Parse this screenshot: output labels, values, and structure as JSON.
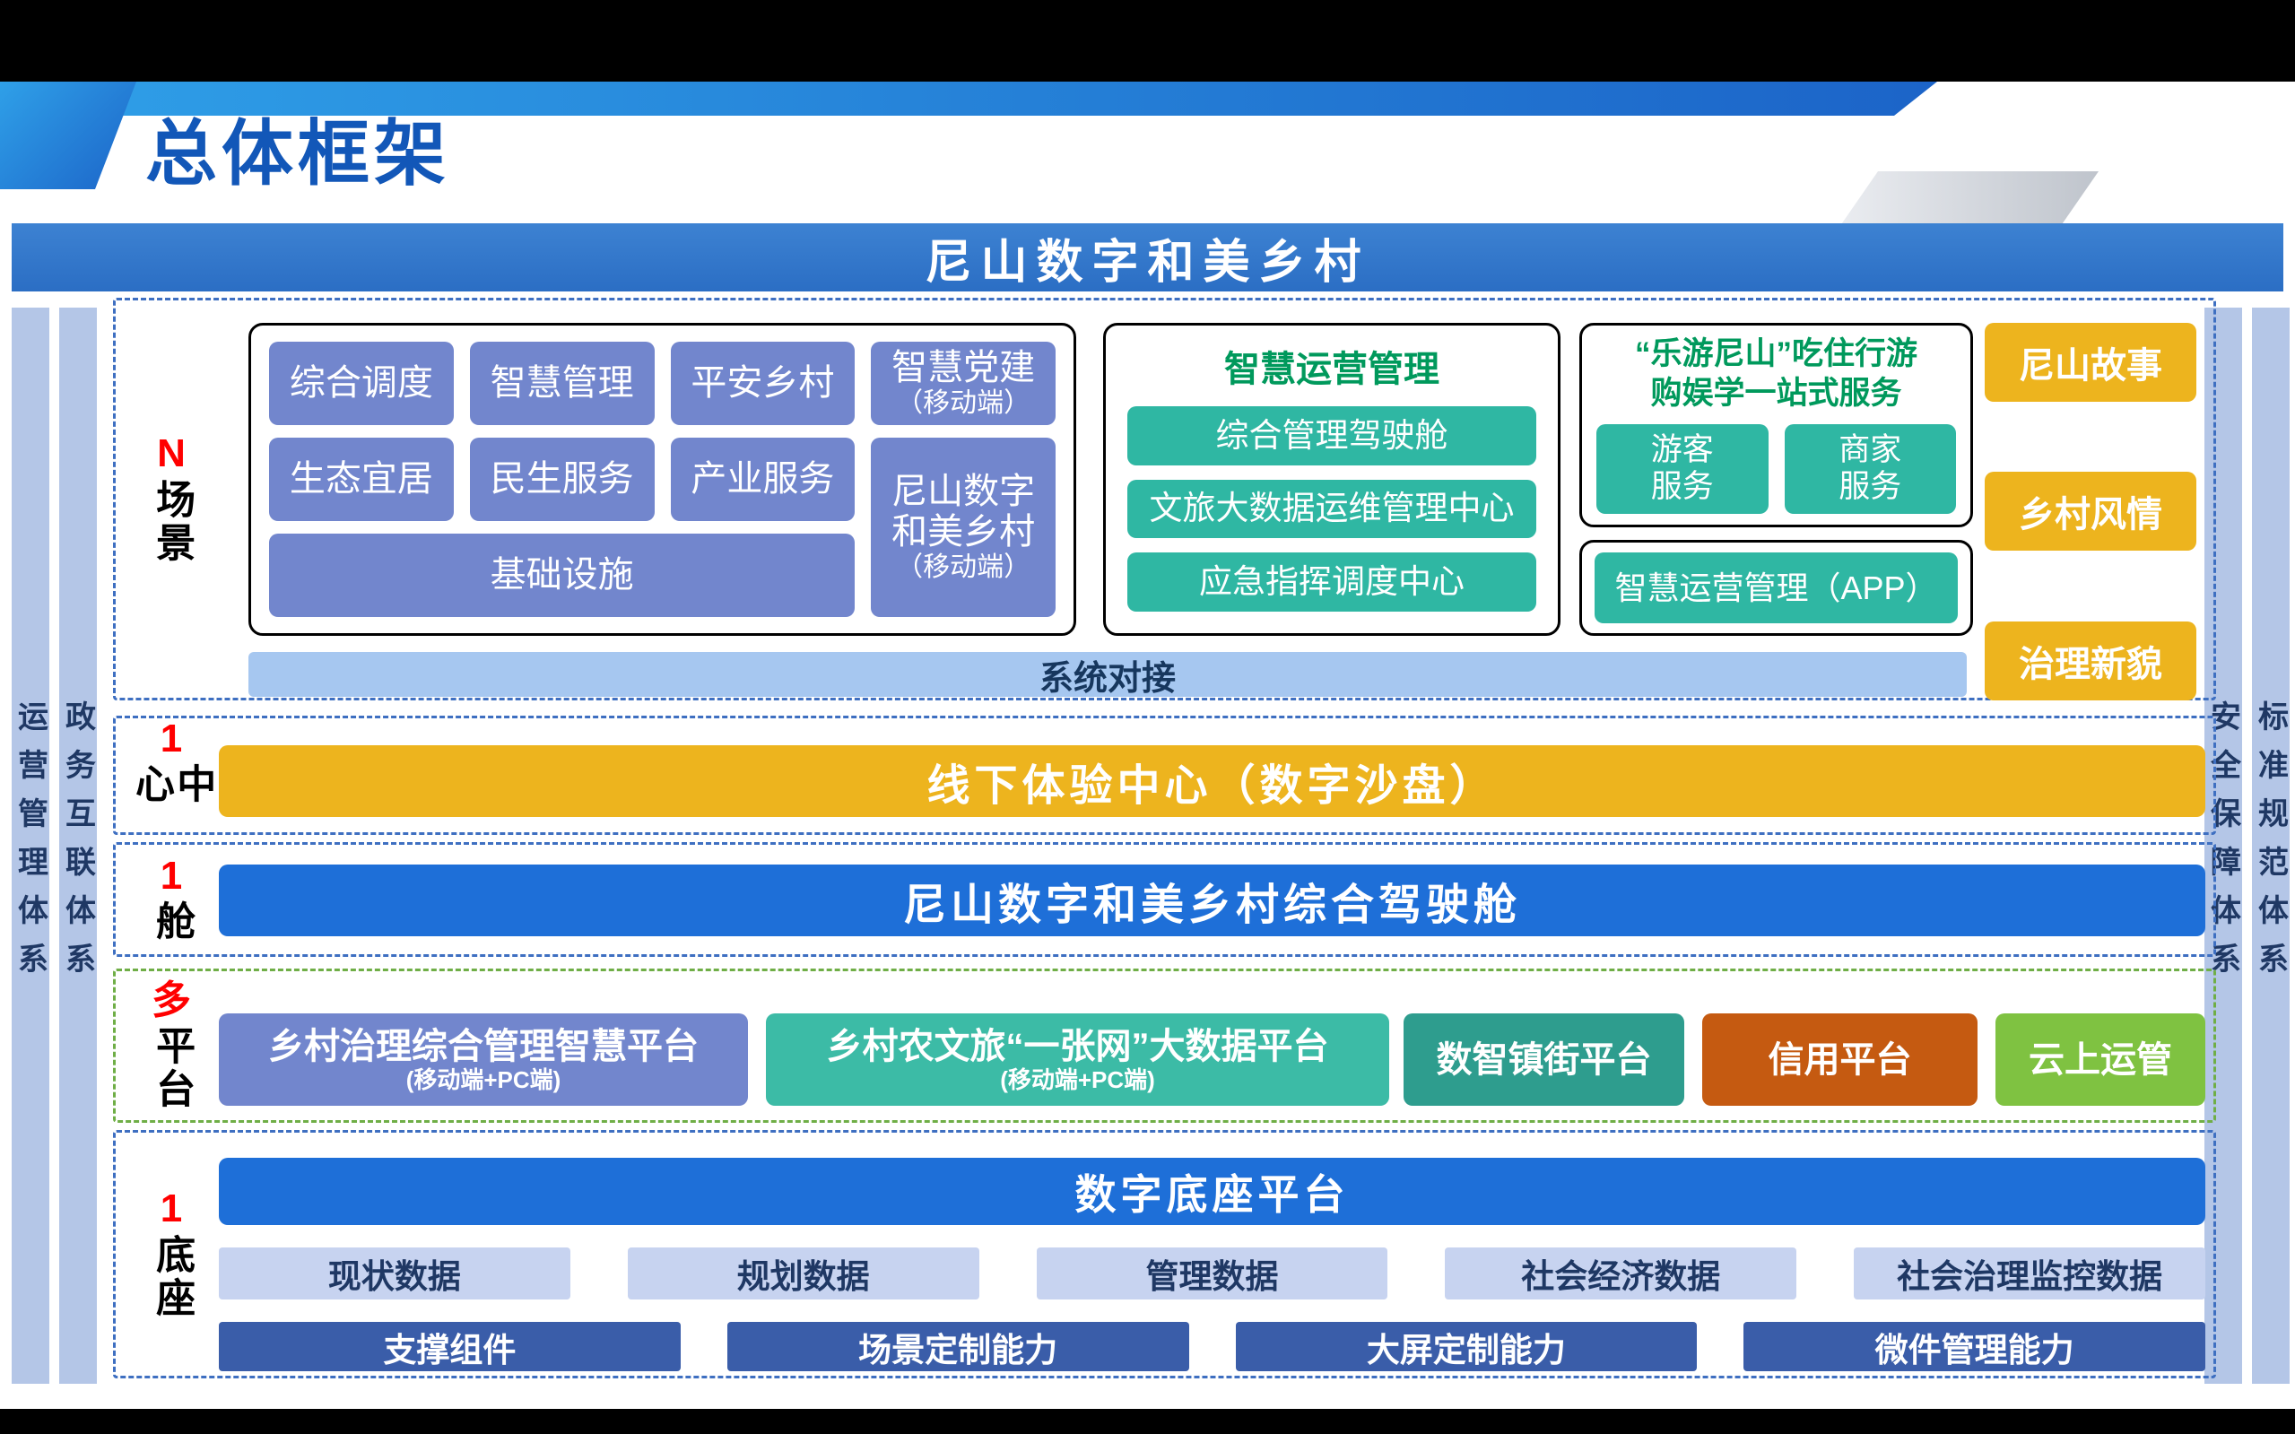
{
  "page_title": "总体框架",
  "header": {
    "title": "尼山数字和美乡村"
  },
  "side_bars": {
    "left_outer": "运营管理体系",
    "left_inner": "政务互联体系",
    "right_inner": "安全保障体系",
    "right_outer": "标准规范体系"
  },
  "colors": {
    "accent_blue": "#1e6fd8",
    "header_blue": "#2e73c5",
    "purple_blue": "#7286cd",
    "teal": "#2fb7a3",
    "dark_teal": "#2e9d8e",
    "gold": "#edb41e",
    "orange": "#c55a11",
    "green": "#7fc241",
    "green_title": "#00995c",
    "label_red": "#ff0000"
  },
  "sections": {
    "scenes": {
      "label": {
        "red": "N",
        "black": "场景"
      },
      "scene_buttons": {
        "b1": "综合调度",
        "b2": "智慧管理",
        "b3": "平安乡村",
        "b4": {
          "main": "智慧党建",
          "sub": "（移动端）"
        },
        "b5": "生态宜居",
        "b6": "民生服务",
        "b7": "产业服务",
        "b8": {
          "l1": "尼山数字",
          "l2": "和美乡村",
          "sub": "（移动端）"
        },
        "b9": "基础设施"
      },
      "ops": {
        "title": "智慧运营管理",
        "items": [
          "综合管理驾驶舱",
          "文旅大数据运维管理中心",
          "应急指挥调度中心"
        ]
      },
      "service": {
        "title_l1": "“乐游尼山”吃住行游",
        "title_l2": "购娱学一站式服务",
        "visitor": {
          "l1": "游客",
          "l2": "服务"
        },
        "merchant": {
          "l1": "商家",
          "l2": "服务"
        }
      },
      "app": "智慧运营管理（APP）",
      "gold": [
        "尼山故事",
        "乡村风情",
        "治理新貌"
      ],
      "sys_bar": "系统对接"
    },
    "center": {
      "label": {
        "red": "1",
        "black": "中心"
      },
      "bar": "线下体验中心（数字沙盘）"
    },
    "cockpit": {
      "label": {
        "red": "1",
        "black": "舱"
      },
      "bar": "尼山数字和美乡村综合驾驶舱"
    },
    "platforms": {
      "label": {
        "red": "多",
        "black": "平台"
      },
      "p1": {
        "main": "乡村治理综合管理智慧平台",
        "sub": "(移动端+PC端)"
      },
      "p2": {
        "main": "乡村农文旅“一张网”大数据平台",
        "sub": "(移动端+PC端)"
      },
      "p3": "数智镇街平台",
      "p4": "信用平台",
      "p5": "云上运管"
    },
    "base": {
      "label": {
        "red": "1",
        "black": "底座"
      },
      "bar": "数字底座平台",
      "data_cells": [
        "现状数据",
        "规划数据",
        "管理数据",
        "社会经济数据",
        "社会治理监控数据"
      ],
      "cap_cells": [
        "支撑组件",
        "场景定制能力",
        "大屏定制能力",
        "微件管理能力"
      ]
    }
  }
}
